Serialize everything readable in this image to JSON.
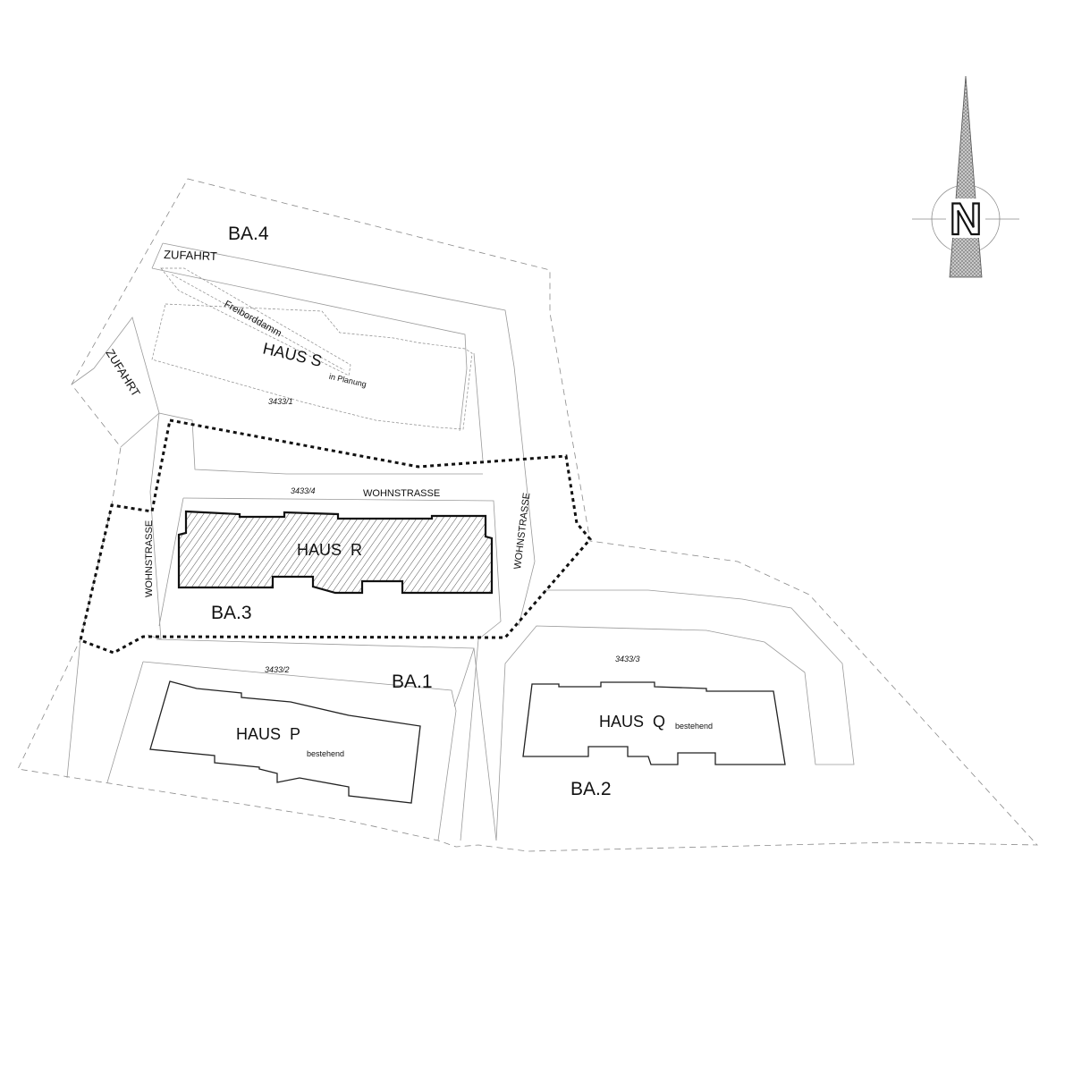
{
  "plan": {
    "phases": {
      "ba1": "BA.1",
      "ba2": "BA.2",
      "ba3": "BA.3",
      "ba4": "BA.4"
    },
    "buildings": {
      "haus_r": {
        "name": "HAUS  R"
      },
      "haus_p": {
        "name": "HAUS  P",
        "note": "bestehend"
      },
      "haus_q": {
        "name": "HAUS  Q",
        "note": "bestehend"
      },
      "haus_s": {
        "name": "HAUS S",
        "note": "in Planung"
      }
    },
    "roads": {
      "wohnstrasse_top": "WOHNSTRASSE",
      "wohnstrasse_left": "WOHNSTRASSE",
      "wohnstrasse_right": "WOHNSTRASSE",
      "zufahrt_top": "ZUFAHRT",
      "zufahrt_left": "ZUFAHRT"
    },
    "features": {
      "freiborddamm": "Freiborddamm"
    },
    "parcels": {
      "p1": "3433/1",
      "p2": "3433/2",
      "p3": "3433/3",
      "p4": "3433/4"
    },
    "north_arrow": {
      "label": "N",
      "icon": "north-arrow-icon"
    }
  }
}
